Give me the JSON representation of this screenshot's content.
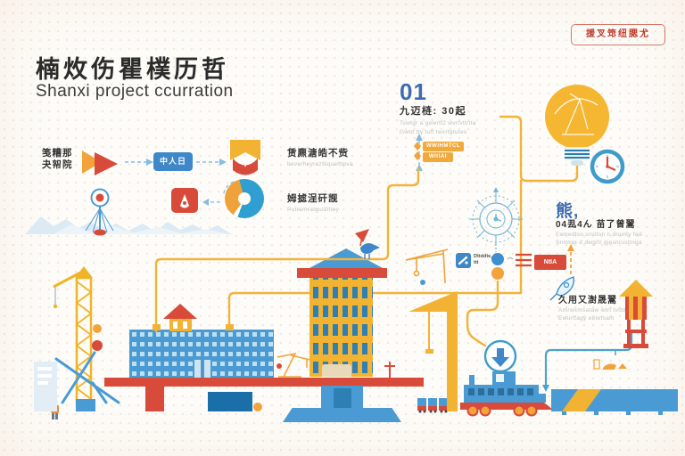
{
  "badge": {
    "label": "援叉筇纽腮尤"
  },
  "header": {
    "title": "楠炇伤瞿樸历哲",
    "subtitle": "Shanxi project ccurration"
  },
  "left_flow": {
    "source": {
      "line1": "笺糟那",
      "line2": "夬帤院"
    },
    "gateway_label": "中人日",
    "shield_item": {
      "title": "赁麃溏皓不赀",
      "subtitle": "beverheyreztliquelttpva"
    },
    "pie_item": {
      "title": "姆摅浧矸觊",
      "subtitle": "Putramratgul2lttey"
    }
  },
  "step1": {
    "number": "01",
    "heading": "九迈梿: 30起",
    "desc_line1": "Tswtgr a gewrtt2 wvrtvttrtta",
    "desc_line2": "Gwtd tty tuft twxrtgtutes",
    "pill1": "WWIHMTCL",
    "pill2": "WItIAt"
  },
  "mid_flow": {
    "node_label_line1": "Dttddte,",
    "node_label_line2": "ttt",
    "tag_label": "NtIA"
  },
  "step2": {
    "number": "熊,",
    "heading": "04厾4ん 苗了曾翯",
    "desc_line1": "Famedtso urstton n dnunty fed",
    "desc_line2": "Snmtge d dwg/tr gjesnrusttnga"
  },
  "step3": {
    "heading": "久用又澍晟翯",
    "desc_line1": "Amrwxmsataw wtrt tvttdttbg",
    "desc_line2": "Ewurttagy eetetsam"
  },
  "colors": {
    "accent_yellow": "#f2b232",
    "accent_orange": "#f0a23a",
    "accent_red": "#d84a3a",
    "accent_blue": "#4a9bd3",
    "number_blue": "#3e6cb0",
    "text_dark": "#2b2b2b",
    "text_gray": "#c0c0c0"
  }
}
